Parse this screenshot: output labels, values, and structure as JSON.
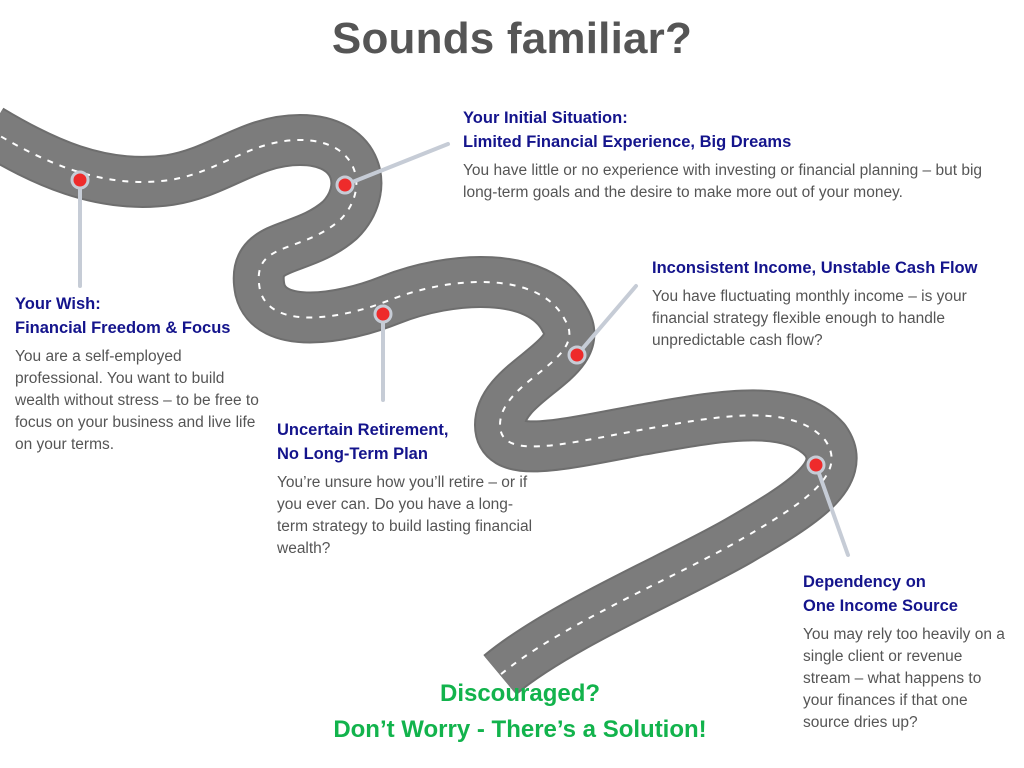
{
  "title": "Sounds familiar?",
  "colors": {
    "road": "#7c7c7c",
    "road_edge": "#6e6e6e",
    "lane_marks": "#ffffff",
    "marker_dot": "#ee2b2b",
    "connector": "#c6ccd6",
    "heading": "#14148c",
    "body_text": "#555555",
    "closing": "#12b34c",
    "title": "#555555"
  },
  "milestones": {
    "initial": {
      "heading_line1": "Your Initial Situation:",
      "heading_line2": "Limited Financial Experience, Big Dreams",
      "text": "You have little or no experience with investing or financial planning – but big long-term goals and the desire to make more out of your money."
    },
    "income": {
      "heading": "Inconsistent Income, Unstable Cash Flow",
      "text": "You have fluctuating monthly income – is your financial strategy flexible enough to handle unpredictable cash flow?"
    },
    "wish": {
      "heading_line1": "Your Wish:",
      "heading_line2": "Financial Freedom & Focus",
      "text": "You are a self-employed professional. You want to build wealth without stress – to be free to focus on your business and live life on your terms."
    },
    "retirement": {
      "heading_line1": "Uncertain Retirement,",
      "heading_line2": "No Long-Term Plan",
      "text": "You’re unsure how you’ll retire – or if you ever can. Do you have a long-term strategy to build lasting financial wealth?"
    },
    "dependency": {
      "heading_line1": "Dependency on",
      "heading_line2": "One Income Source",
      "text": "You may rely too heavily on a single client or revenue stream – what happens to your finances if that one source dries up?"
    }
  },
  "closing": {
    "line1": "Discouraged?",
    "line2": "Don’t Worry - There’s a Solution!"
  }
}
